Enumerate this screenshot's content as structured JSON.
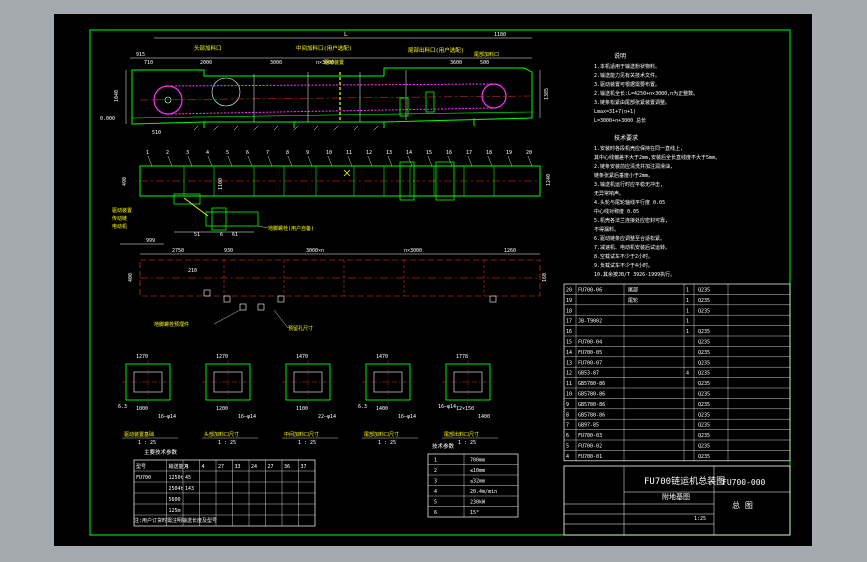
{
  "colors": {
    "background": "#a5a9b0",
    "sheet": "#000000",
    "outline": "#00ff00",
    "dimension": "#ffffff",
    "centerline": "#ff3333",
    "chain": "#ff33ff",
    "note": "#ffff00"
  },
  "elevation": {
    "dims": {
      "top_total": "L",
      "top_right": "1180",
      "seg_915": "915",
      "seg_710": "710",
      "seg_2000": "2000",
      "seg_3000": "3000",
      "seg_n3000": "n×3000",
      "seg_3600": "3600",
      "seg_500": "500",
      "left_vertical": "1040",
      "right_vertical": "1385",
      "elev_zero": "0.000",
      "bottom_510": "510"
    },
    "callouts": {
      "head_inlet": "头部加料口",
      "mid_inlet": "中间加料口(用户选配)",
      "drive_label": "驱动装置",
      "tail_label": "尾部出料口(用户选配)",
      "tail_inlet": "尾部加料口"
    }
  },
  "plan": {
    "part_numbers": [
      "1",
      "2",
      "3",
      "4",
      "5",
      "6",
      "7",
      "8",
      "9",
      "10",
      "11",
      "12",
      "13",
      "14",
      "15",
      "16",
      "17",
      "18",
      "19",
      "20"
    ],
    "left_callouts": [
      "驱动装置",
      "传动链",
      "电动机"
    ],
    "bottom_callout": "地脚螺栓(用户自备)",
    "dims": {
      "d51": "51",
      "d6": "6",
      "d61": "61",
      "v490": "490",
      "v1100": "1100",
      "v1240": "1240"
    }
  },
  "foundation": {
    "dims": {
      "d999": "999",
      "d2750": "2750",
      "d930": "930",
      "d3000": "3000×n",
      "dn3000": "n×3000",
      "d1260": "1260",
      "d210": "210",
      "v400": "400",
      "v160": "160"
    },
    "callouts": [
      "地脚螺栓预埋件",
      "预留孔尺寸"
    ]
  },
  "sections": [
    {
      "label": "驱动装置基础",
      "scale": "1 : 25",
      "dims": [
        "1270",
        "1000",
        "16—φ14",
        "6.3"
      ]
    },
    {
      "label": "头部加料口尺寸",
      "scale": "1 : 25",
      "dims": [
        "1270",
        "1200",
        "16—φ14"
      ]
    },
    {
      "label": "中间加料口尺寸",
      "scale": "1 : 25",
      "dims": [
        "1470",
        "1100",
        "22—φ14"
      ]
    },
    {
      "label": "尾部加料口尺寸",
      "scale": "1 : 25",
      "dims": [
        "1470",
        "1400",
        "16—φ14",
        "6.3"
      ]
    },
    {
      "label": "尾部出料口尺寸",
      "scale": "1 : 25",
      "dims": [
        "1778",
        "12×150",
        "1400",
        "16—φ14"
      ]
    }
  ],
  "notes_top": {
    "title": "说明",
    "lines": [
      "1.本机适用于输送粉状物料。",
      "  2.输送能力见有关技术文件。",
      "  3.驱动装置可根据需要布置。",
      "2.输送机全长:L=4250+n×3000,n为正整数。",
      "3.链条松紧由尾部张紧装置调整。",
      "  Lmax=31+7(n+1)",
      "  L=3000+n+3000 总长"
    ]
  },
  "notes_tech": {
    "title": "技术要求",
    "lines": [
      "1.安装时各段机壳应保持在同一直线上,",
      "  其中心线偏差不大于2mm,安装后全长直线度不大于5mm。",
      "2.链条安装前应清洗并加注润滑油,",
      "  链条张紧后垂度小于2mm。",
      "3.输送机运行时应平稳无冲击,",
      "  无异常响声。",
      "4.头轮与尾轮轴线平行度 0.05",
      "  中心线对称度 0.05",
      "5.机壳各法兰连接处应密封可靠,",
      "  不得漏料。",
      "6.驱动链条应调整至合适松紧。",
      "7.减速机、电动机安装后试运转。",
      "8.空载试车不少于2小时。",
      "9.负载试车不少于4小时。",
      "10.其余按JB/T 3926-1999执行。"
    ]
  },
  "params_table": {
    "title": "主要技术参数",
    "header": [
      "型号",
      "输送能力",
      "4",
      "4",
      "27",
      "33",
      "24",
      "27",
      "36",
      "37"
    ],
    "rows": [
      [
        "FU700",
        "1250t",
        "45",
        "",
        "",
        "",
        "",
        "",
        "",
        ""
      ],
      [
        "",
        "2504t",
        "143",
        "",
        "",
        "",
        "",
        "",
        "",
        ""
      ],
      [
        "",
        "5600",
        "",
        "",
        "",
        "",
        "",
        "",
        "",
        ""
      ],
      [
        "",
        "125m",
        "",
        "",
        "",
        "",
        "",
        "",
        "",
        ""
      ],
      [
        "",
        "",
        "",
        "",
        "",
        "",
        "",
        "",
        "",
        ""
      ]
    ],
    "footer": "注:用户订货时需注明输送长度及型号"
  },
  "small_table": {
    "title": "技术参数",
    "rows": [
      [
        "1",
        "700mm"
      ],
      [
        "2",
        "≤10mm"
      ],
      [
        "3",
        "≤32mm"
      ],
      [
        "4",
        "20.4m/min"
      ],
      [
        "5",
        "230kW"
      ],
      [
        "6",
        "15°"
      ]
    ]
  },
  "bom": {
    "rows": [
      [
        "20",
        "FU700-06",
        "尾部",
        "1",
        "Q235"
      ],
      [
        "19",
        "",
        "尾轮",
        "1",
        "Q235"
      ],
      [
        "18",
        "",
        "",
        "1",
        "Q235"
      ],
      [
        "17",
        "JB-T9002",
        "",
        "1",
        ""
      ],
      [
        "16",
        "",
        "",
        "1",
        "Q235"
      ],
      [
        "15",
        "FU700-04",
        "",
        "",
        "Q235"
      ],
      [
        "14",
        "FU700-05",
        "",
        "",
        "Q235"
      ],
      [
        "13",
        "FU700-07",
        "",
        "",
        "Q235"
      ],
      [
        "12",
        "GB53-87",
        "",
        "4",
        "Q235"
      ],
      [
        "11",
        "GB5780-86",
        "",
        "",
        "Q235"
      ],
      [
        "10",
        "GB5780-86",
        "",
        "",
        "Q235"
      ],
      [
        "9",
        "GB5780-86",
        "",
        "",
        "Q235"
      ],
      [
        "8",
        "GB5780-86",
        "",
        "",
        "Q235"
      ],
      [
        "7",
        "GB97-85",
        "",
        "",
        "Q235"
      ],
      [
        "6",
        "FU700-03",
        "",
        "",
        "Q235"
      ],
      [
        "5",
        "FU700-02",
        "",
        "",
        "Q235"
      ],
      [
        "4",
        "FU700-01",
        "",
        "",
        "Q235"
      ]
    ],
    "title_block": {
      "main": "FU700链运机总装图",
      "sub": "附地基图",
      "drawing_no": "FU700-000",
      "sheet": "总 图",
      "scale": "1:25"
    }
  }
}
